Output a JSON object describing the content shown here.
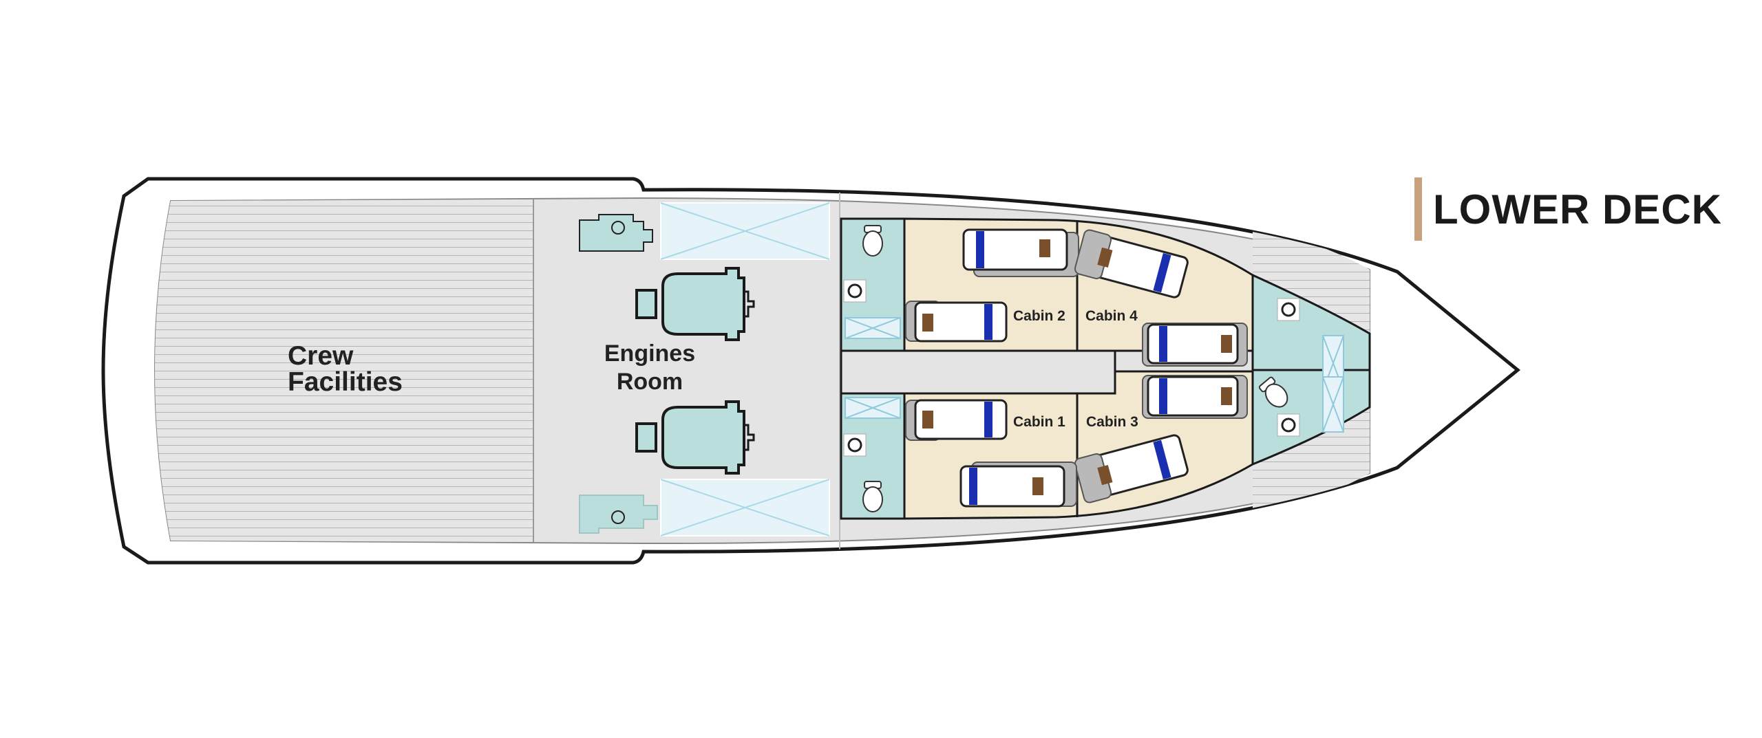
{
  "deck_title": "LOWER DECK",
  "rooms": {
    "crew": {
      "line1": "Crew",
      "line2": "Facilities"
    },
    "engines": {
      "line1": "Engines",
      "line2": "Room"
    },
    "cabin1": "Cabin 1",
    "cabin2": "Cabin 2",
    "cabin3": "Cabin 3",
    "cabin4": "Cabin 4"
  },
  "colors": {
    "accent_bar": "#c8a27c",
    "hull_outline": "#1a1a1a",
    "deck_gray": "#e4e4e4",
    "cabin_beige": "#f2e8d0",
    "bathroom_teal": "#b9dedc",
    "bed_stripe": "#1a2fb0",
    "pillow_brown": "#7a4f2c",
    "storage_blue": "#e6f4f9"
  }
}
